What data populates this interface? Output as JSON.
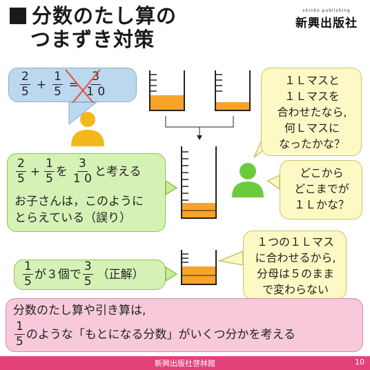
{
  "header": {
    "title_line1": "分数のたし算の",
    "title_line2": "つまずき対策",
    "logo_small": "shinko publishing",
    "logo_big": "新興出版社"
  },
  "wrong_equation": {
    "a_num": "2",
    "a_den": "5",
    "plus": "+",
    "b_num": "1",
    "b_den": "5",
    "eq": "=",
    "c_num": "3",
    "c_den": "1 0"
  },
  "bubble_top": {
    "lines": [
      "１Ｌマスと",
      "１Ｌマスを",
      "合わせたなら,",
      "何Ｌマスに",
      "なったかな？"
    ]
  },
  "green_box": {
    "a_num": "2",
    "a_den": "5",
    "plus": "+",
    "b_num": "1",
    "b_den": "5",
    "wo": "を",
    "c_num": "3",
    "c_den": "1 0",
    "to_kangaeru": "と考える",
    "line2": "お子さんは，このように",
    "line3": "とらえている（誤り）"
  },
  "bubble_mid": {
    "lines": [
      "どこから",
      "どこまでが",
      "１Ｌかな？"
    ]
  },
  "bubble_bottom": {
    "lines": [
      "１つの１Ｌマス",
      "に合わせるから,",
      "分母は５のまま",
      "で変わらない"
    ]
  },
  "correct_box": {
    "a_num": "1",
    "a_den": "5",
    "middle": "が３個で",
    "b_num": "3",
    "b_den": "5",
    "note": "（正解）"
  },
  "summary": {
    "line1": "分数のたし算や引き算は,",
    "f_num": "1",
    "f_den": "5",
    "line2": "のような「もとになる分数」がいくつ分かを考える"
  },
  "footer": {
    "publisher": "新興出版社啓林館",
    "page": "10"
  },
  "colors": {
    "water": "#f6a42a",
    "person": "#f3b81c",
    "person_green": "#6ccb3c",
    "footer": "#e2417a",
    "cross": "#e84d3c"
  }
}
